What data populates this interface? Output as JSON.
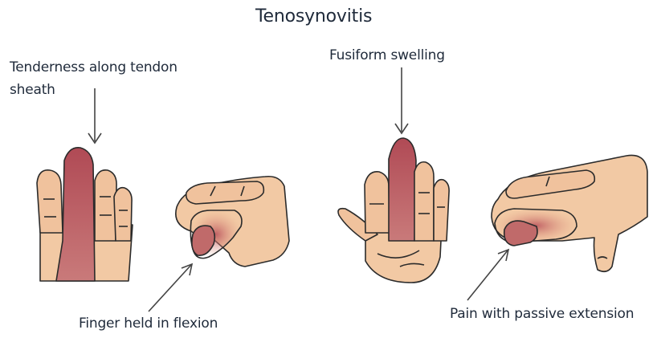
{
  "title": "Tenosynovitis",
  "labels": {
    "tenderness": "Tenderness along tendon sheath",
    "fusiform": "Fusiform swelling",
    "flexion": "Finger held in flexion",
    "passive": "Pain with passive extension"
  },
  "icons": {
    "hand1": "dorsal-hand-icon",
    "hand2": "side-flexed-hand-icon",
    "hand3": "palm-hand-icon",
    "hand4": "side-extended-hand-icon"
  },
  "colors": {
    "skin": "#f2c9a4",
    "skin_shadow": "#e0a985",
    "inflamed": "#b8505a",
    "outline": "#2b2b2b",
    "text": "#1f2a3a"
  }
}
